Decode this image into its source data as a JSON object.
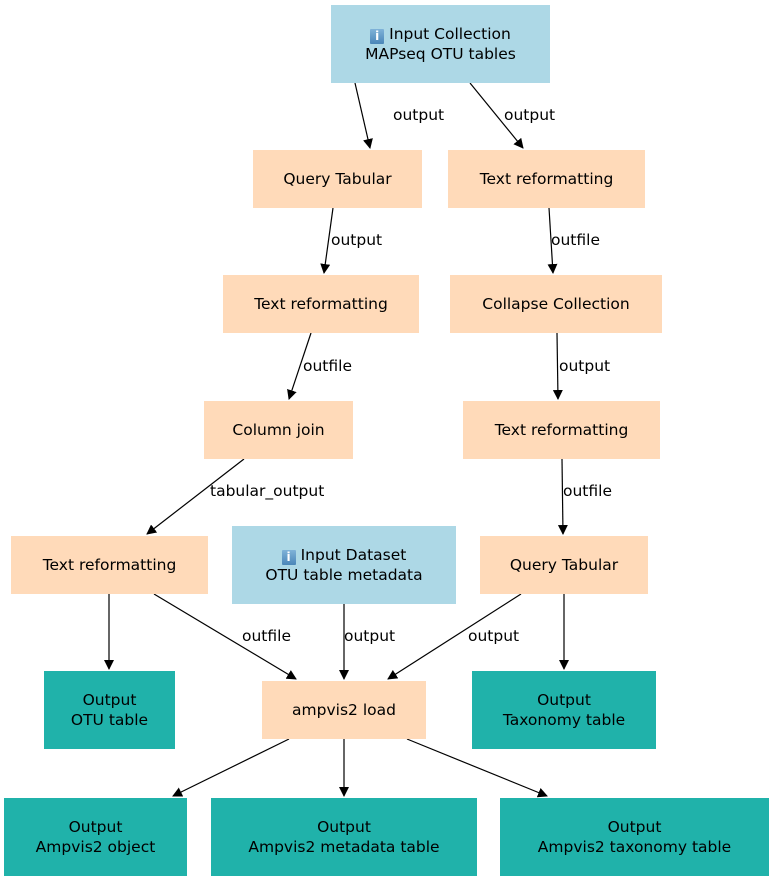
{
  "colors": {
    "input": "#add8e6",
    "tool": "#ffdab9",
    "output": "#20b2aa",
    "edge": "#000000"
  },
  "nodes": {
    "input_collection": {
      "icon": "info-icon",
      "title": "Input Collection",
      "subtitle": "MAPseq OTU tables"
    },
    "query_tabular_1": {
      "label": "Query Tabular"
    },
    "text_reformatting_1": {
      "label": "Text reformatting"
    },
    "text_reformatting_2": {
      "label": "Text reformatting"
    },
    "collapse_collection": {
      "label": "Collapse Collection"
    },
    "column_join": {
      "label": "Column join"
    },
    "text_reformatting_3": {
      "label": "Text reformatting"
    },
    "text_reformatting_4": {
      "label": "Text reformatting"
    },
    "input_dataset": {
      "icon": "info-icon",
      "title": "Input Dataset",
      "subtitle": "OTU table metadata"
    },
    "query_tabular_2": {
      "label": "Query Tabular"
    },
    "output_otu_table": {
      "title": "Output",
      "subtitle": "OTU table"
    },
    "ampvis2_load": {
      "label": "ampvis2 load"
    },
    "output_taxonomy_table": {
      "title": "Output",
      "subtitle": "Taxonomy table"
    },
    "output_ampvis2_object": {
      "title": "Output",
      "subtitle": "Ampvis2 object"
    },
    "output_ampvis2_metadata": {
      "title": "Output",
      "subtitle": "Ampvis2 metadata table"
    },
    "output_ampvis2_taxonomy": {
      "title": "Output",
      "subtitle": "Ampvis2 taxonomy table"
    }
  },
  "edges": [
    {
      "from": "input_collection",
      "to": "query_tabular_1",
      "label": "output"
    },
    {
      "from": "input_collection",
      "to": "text_reformatting_1",
      "label": "output"
    },
    {
      "from": "query_tabular_1",
      "to": "text_reformatting_2",
      "label": "output"
    },
    {
      "from": "text_reformatting_1",
      "to": "collapse_collection",
      "label": "outfile"
    },
    {
      "from": "text_reformatting_2",
      "to": "column_join",
      "label": "outfile"
    },
    {
      "from": "collapse_collection",
      "to": "text_reformatting_4",
      "label": "output"
    },
    {
      "from": "column_join",
      "to": "text_reformatting_3",
      "label": "tabular_output"
    },
    {
      "from": "text_reformatting_4",
      "to": "query_tabular_2",
      "label": "outfile"
    },
    {
      "from": "text_reformatting_3",
      "to": "output_otu_table",
      "label": ""
    },
    {
      "from": "text_reformatting_3",
      "to": "ampvis2_load",
      "label": "outfile"
    },
    {
      "from": "input_dataset",
      "to": "ampvis2_load",
      "label": "output"
    },
    {
      "from": "query_tabular_2",
      "to": "ampvis2_load",
      "label": "output"
    },
    {
      "from": "query_tabular_2",
      "to": "output_taxonomy_table",
      "label": ""
    },
    {
      "from": "ampvis2_load",
      "to": "output_ampvis2_object",
      "label": ""
    },
    {
      "from": "ampvis2_load",
      "to": "output_ampvis2_metadata",
      "label": ""
    },
    {
      "from": "ampvis2_load",
      "to": "output_ampvis2_taxonomy",
      "label": ""
    }
  ]
}
